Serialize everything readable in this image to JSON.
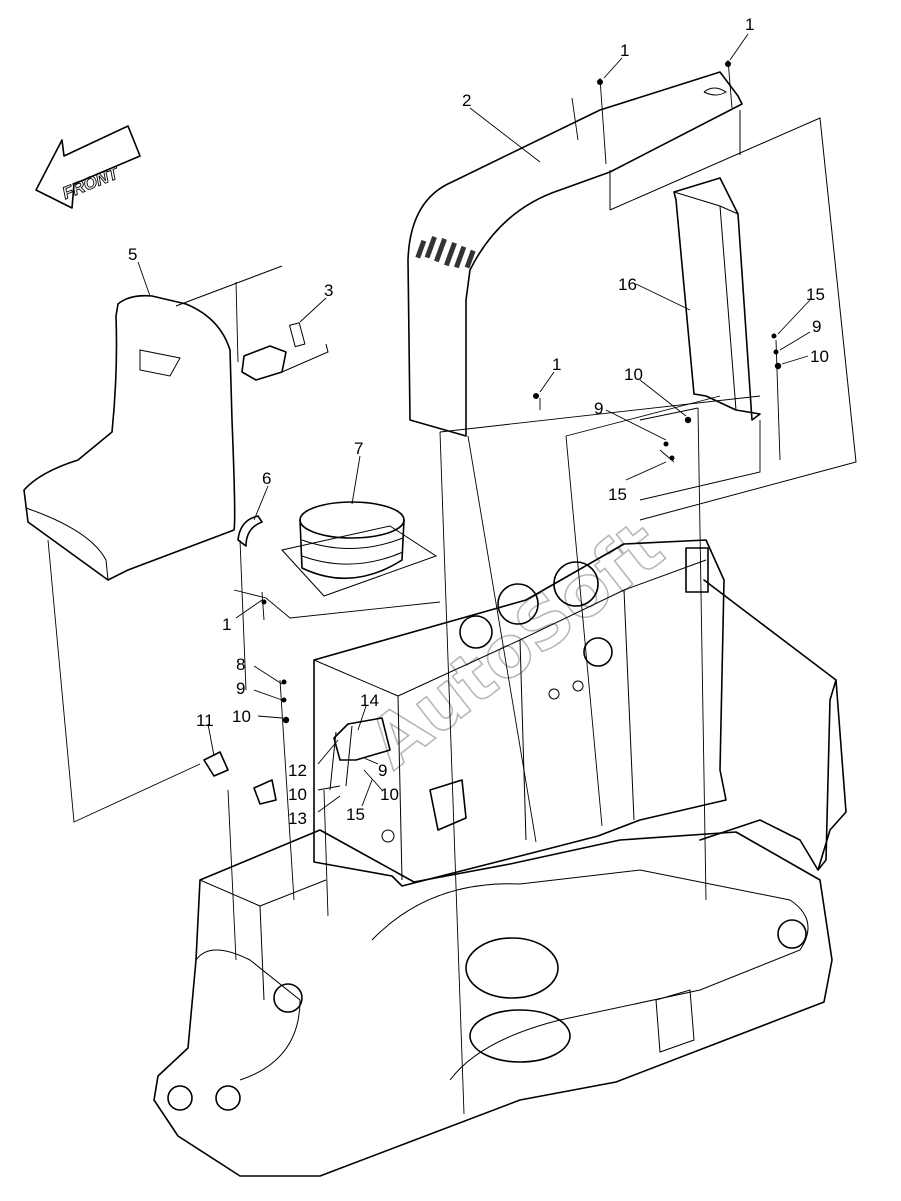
{
  "watermark": "AutoSoft",
  "direction_arrow": {
    "label": "FRONT"
  },
  "callouts": {
    "c1a": "1",
    "c1b": "1",
    "c1c": "1",
    "c1d": "1",
    "c2": "2",
    "c3": "3",
    "c5": "5",
    "c6": "6",
    "c7": "7",
    "c8": "8",
    "c9a": "9",
    "c9b": "9",
    "c9c": "9",
    "c9d": "9",
    "c10a": "10",
    "c10b": "10",
    "c10c": "10",
    "c10d": "10",
    "c10e": "10",
    "c11": "11",
    "c12": "12",
    "c13": "13",
    "c14": "14",
    "c15a": "15",
    "c15b": "15",
    "c15c": "15",
    "c16": "16"
  }
}
